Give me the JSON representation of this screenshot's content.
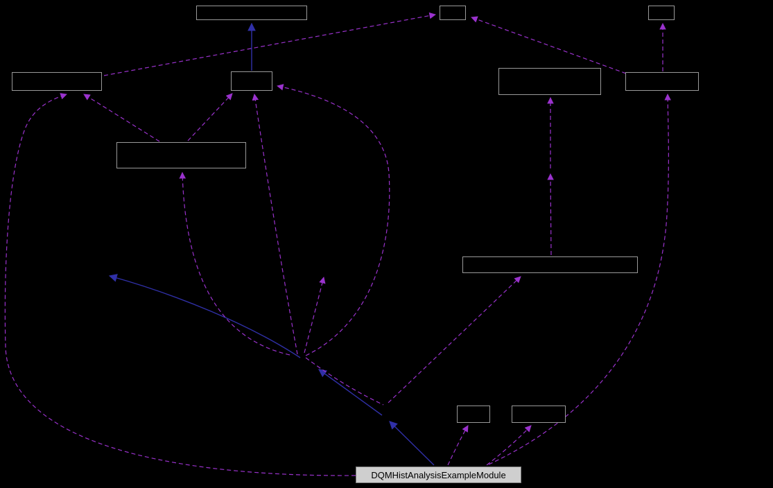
{
  "diagram": {
    "kind": "class-collaboration-graph",
    "background": "#000000",
    "colors": {
      "usage_edge": "#9a32cd",
      "inheritance_edge": "#3030a8",
      "node_border": "#9a9a9a",
      "node_fill": "#000000",
      "main_node_bg": "#cfcfcf",
      "main_node_border": "#7a7a7a",
      "main_node_text": "#000000"
    },
    "main_node": {
      "label": "DQMHistAnalysisExampleModule"
    },
    "nodes": [
      {
        "id": "top-wide-box",
        "label": ""
      },
      {
        "id": "top-small-box",
        "label": ""
      },
      {
        "id": "top-right-small-box",
        "label": ""
      },
      {
        "id": "left-box",
        "label": ""
      },
      {
        "id": "center-small-box",
        "label": ""
      },
      {
        "id": "right-mid-box",
        "label": ""
      },
      {
        "id": "right-box",
        "label": ""
      },
      {
        "id": "mid-left-box",
        "label": ""
      },
      {
        "id": "middle-right-wide-box",
        "label": ""
      },
      {
        "id": "bottom-small-box-1",
        "label": ""
      },
      {
        "id": "bottom-small-box-2",
        "label": ""
      }
    ]
  }
}
